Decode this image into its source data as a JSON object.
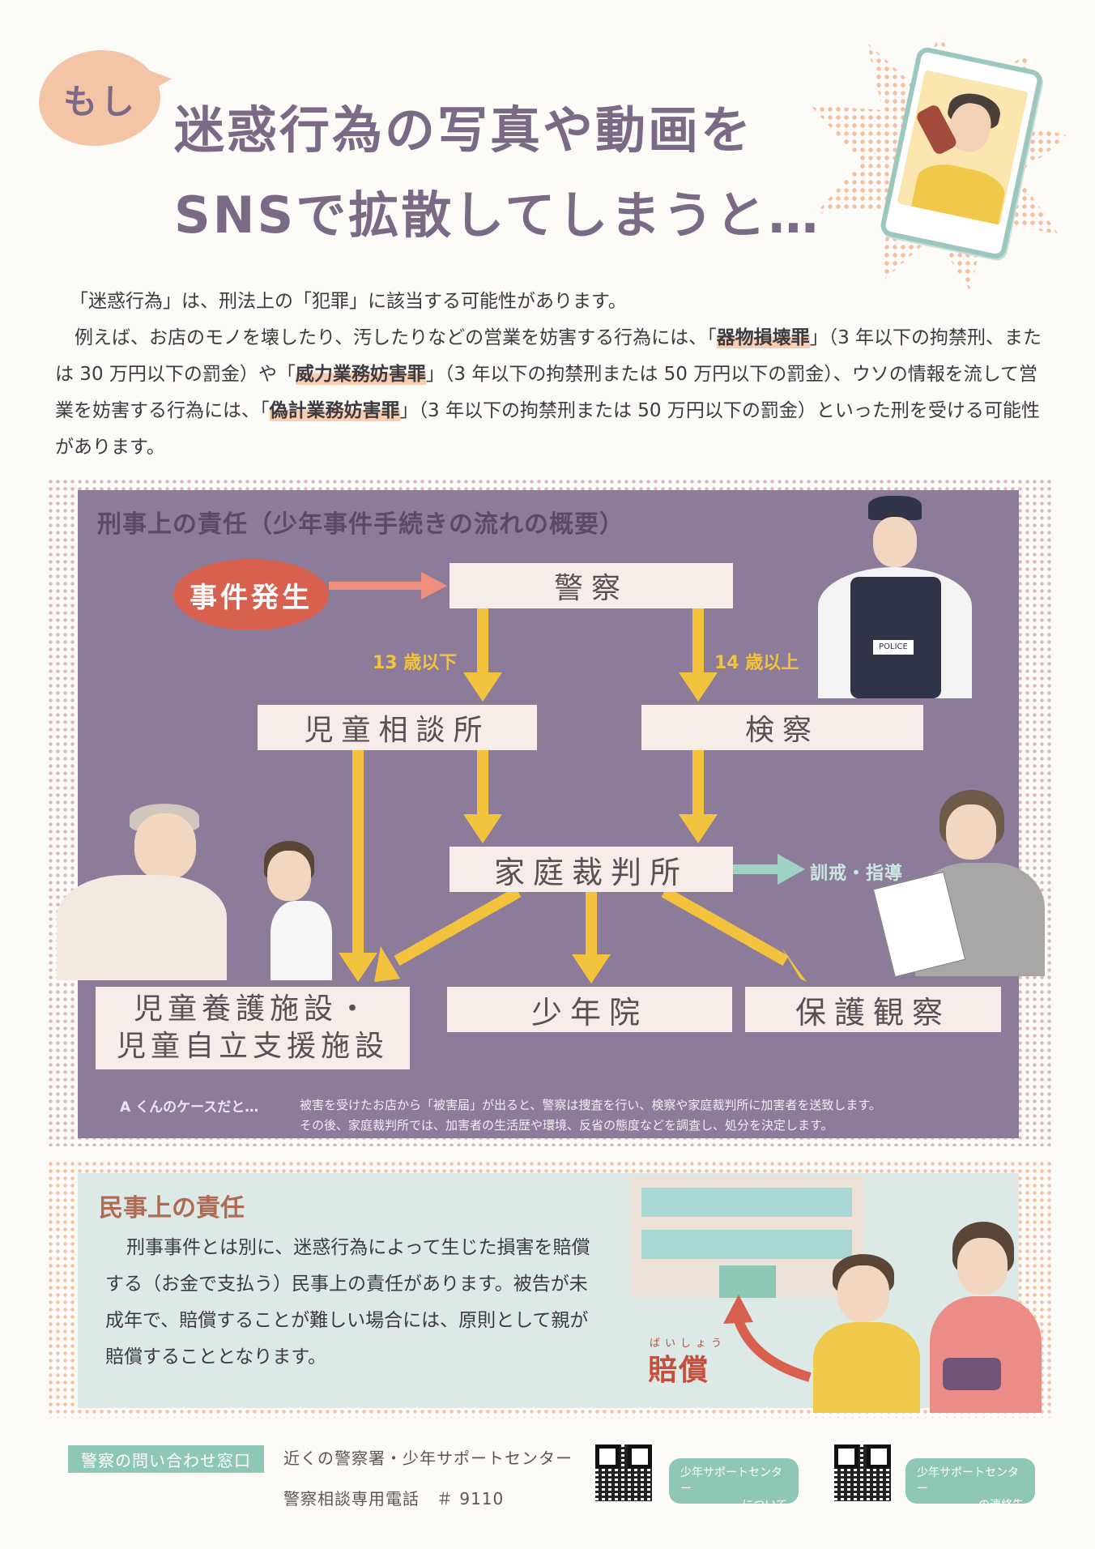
{
  "header": {
    "badge": "もし",
    "title_line1": "迷惑行為の写真や動画を",
    "title_line2": "SNSで拡散してしまうと…"
  },
  "intro": {
    "p1": "「迷惑行為」は、刑法上の「犯罪」に該当する可能性があります。",
    "p2_a": "例えば、お店のモノを壊したり、汚したりなどの営業を妨害する行為には、「",
    "crime1": "器物損壊罪",
    "p2_b": "」（3 年以下の拘禁刑、または 30 万円以下の罰金）や「",
    "crime2": "威力業務妨害罪",
    "p2_c": "」（3 年以下の拘禁刑または 50 万円以下の罰金）、ウソの情報を流して営業を妨害する行為には、「",
    "crime3": "偽計業務妨害罪",
    "p2_d": "」（3 年以下の拘禁刑または 50 万円以下の罰金）といった刑を受ける可能性があります。"
  },
  "criminal": {
    "title": "刑事上の責任（少年事件手続きの流れの概要）",
    "start": "事件発生",
    "police": "警察",
    "age_under": "13 歳以下",
    "age_over": "14 歳以上",
    "child_guidance": "児童相談所",
    "prosecutor": "検察",
    "family_court": "家庭裁判所",
    "warning": "訓戒・指導",
    "facility_line1": "児童養護施設・",
    "facility_line2": "児童自立支援施設",
    "reformatory": "少年院",
    "probation": "保護観察",
    "case_label": "A くんのケースだと…",
    "case_line1": "被害を受けたお店から「被害届」が出ると、警察は捜査を行い、検察や家庭裁判所に加害者を送致します。",
    "case_line2": "その後、家庭裁判所では、加害者の生活歴や環境、反省の態度などを調査し、処分を決定します。"
  },
  "civil": {
    "title": "民事上の責任",
    "text": "刑事事件とは別に、迷惑行為によって生じた損害を賠償する（お金で支払う）民事上の責任があります。被告が未成年で、賠償することが難しい場合には、原則として親が賠償することとなります。",
    "baisho_ruby": "ばいしょう",
    "baisho": "賠償"
  },
  "footer": {
    "badge": "警察の問い合わせ窓口",
    "line1": "近くの警察署・少年サポートセンター",
    "line2": "警察相談専用電話　＃ 9110",
    "btn1_l1": "少年サポートセンター",
    "btn1_l2": "について",
    "btn2_l1": "少年サポートセンター",
    "btn2_l2": "の連絡先"
  },
  "colors": {
    "title": "#7a6a86",
    "panel": "#8d7b9a",
    "arrow": "#f3c33d",
    "accent_red": "#d8604e",
    "teal": "#8fc7b7"
  }
}
